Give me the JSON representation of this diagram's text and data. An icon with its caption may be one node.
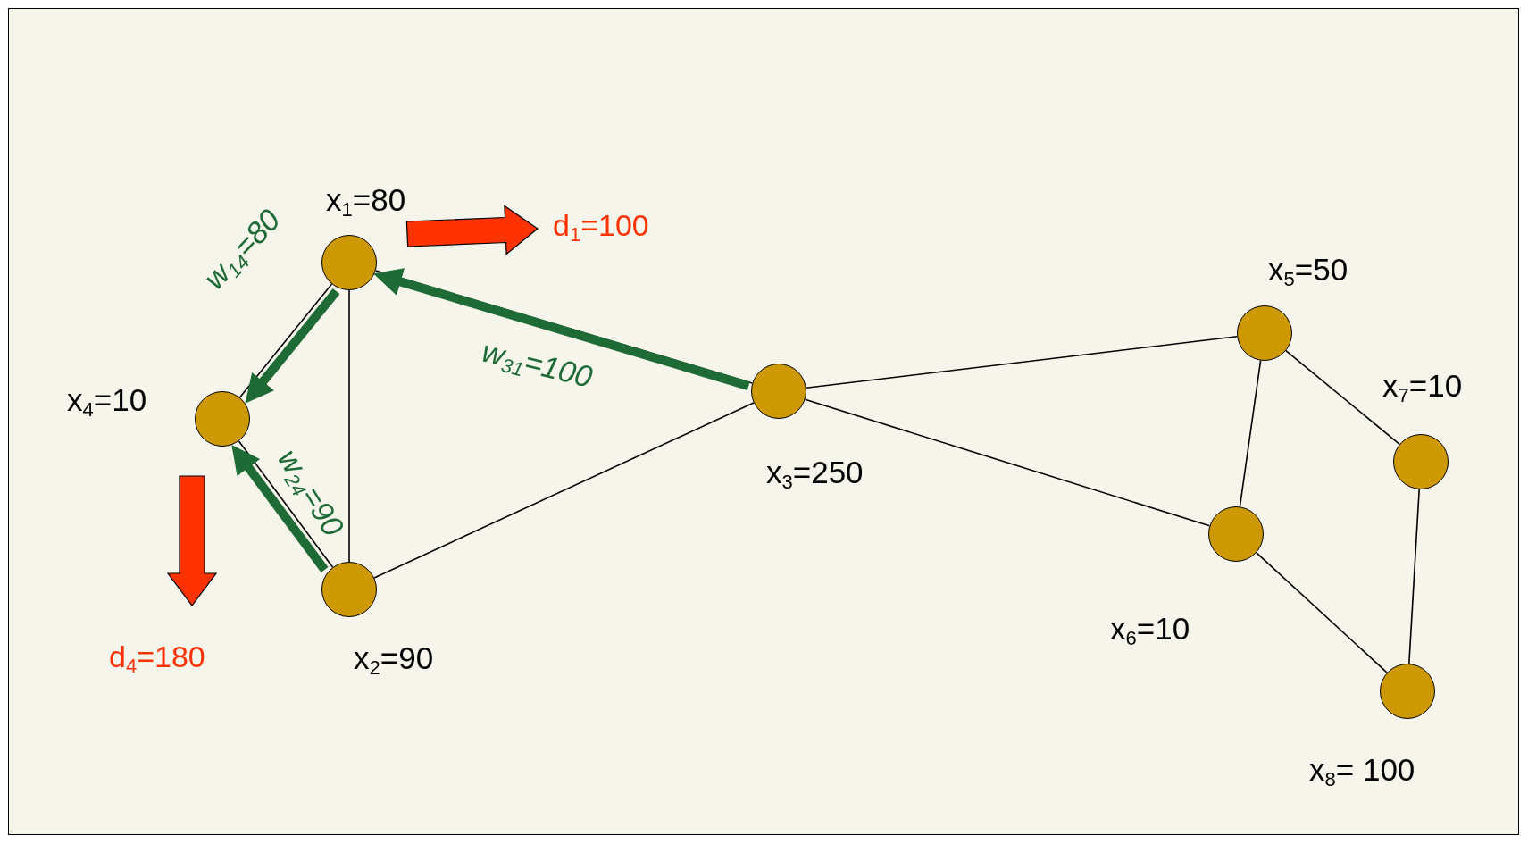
{
  "diagram": {
    "nodes": [
      {
        "text": [],
        "shape": "circle",
        "beside": [
          "x$_{1}$=80"
        ]
      },
      {
        "text": [],
        "shape": "circle",
        "beside": [
          "x$_{2}$=90"
        ]
      },
      {
        "text": [],
        "shape": "circle",
        "beside": [
          "x$_{3}$=250"
        ]
      },
      {
        "text": [],
        "shape": "circle",
        "beside": [
          "x$_{4}$=10"
        ]
      },
      {
        "text": [],
        "shape": "circle",
        "beside": [
          "x$_{5}$=50"
        ]
      },
      {
        "text": [],
        "shape": "circle",
        "beside": [
          "x$_{6}$=10"
        ]
      },
      {
        "text": [],
        "shape": "circle",
        "beside": [
          "x$_{7}$=10"
        ]
      },
      {
        "text": [],
        "shape": "circle",
        "beside": [
          "x$_{8}$= 100"
        ]
      }
    ],
    "edges": [
      {
        "from": 0,
        "to": 2,
        "arrow": "none"
      },
      {
        "from": 0,
        "to": 1,
        "arrow": "none"
      },
      {
        "from": 1,
        "to": 2,
        "arrow": "none"
      },
      {
        "from": 0,
        "to": 3,
        "arrow": "none"
      },
      {
        "from": 1,
        "to": 3,
        "arrow": "none"
      },
      {
        "from": 2,
        "to": 4,
        "arrow": "none"
      },
      {
        "from": 2,
        "to": 5,
        "arrow": "none"
      },
      {
        "from": 4,
        "to": 5,
        "arrow": "none"
      },
      {
        "from": 4,
        "to": 6,
        "arrow": "none"
      },
      {
        "from": 6,
        "to": 7,
        "arrow": "none"
      },
      {
        "from": 5,
        "to": 7,
        "arrow": "none"
      },
      {
        "from": 0,
        "to": 3,
        "arrow": "to",
        "label": "w$_{14}$=80",
        "style": "thick",
        "color": "#1e6b35"
      },
      {
        "from": 1,
        "to": 3,
        "arrow": "to",
        "label": "w$_{24}$=90",
        "style": "thick",
        "color": "#1e6b35"
      },
      {
        "from": 2,
        "to": 0,
        "arrow": "to",
        "label": "w$_{31}$=100",
        "style": "thick",
        "color": "#1e6b35"
      },
      {
        "from": 0,
        "to": null,
        "arrow": "to",
        "label": "d$_{1}$=100",
        "style": "thick",
        "color": "#ff3300"
      },
      {
        "from": 3,
        "to": null,
        "arrow": "to",
        "label": "d$_{4}$=180",
        "style": "thick",
        "color": "#ff3300"
      }
    ]
  }
}
